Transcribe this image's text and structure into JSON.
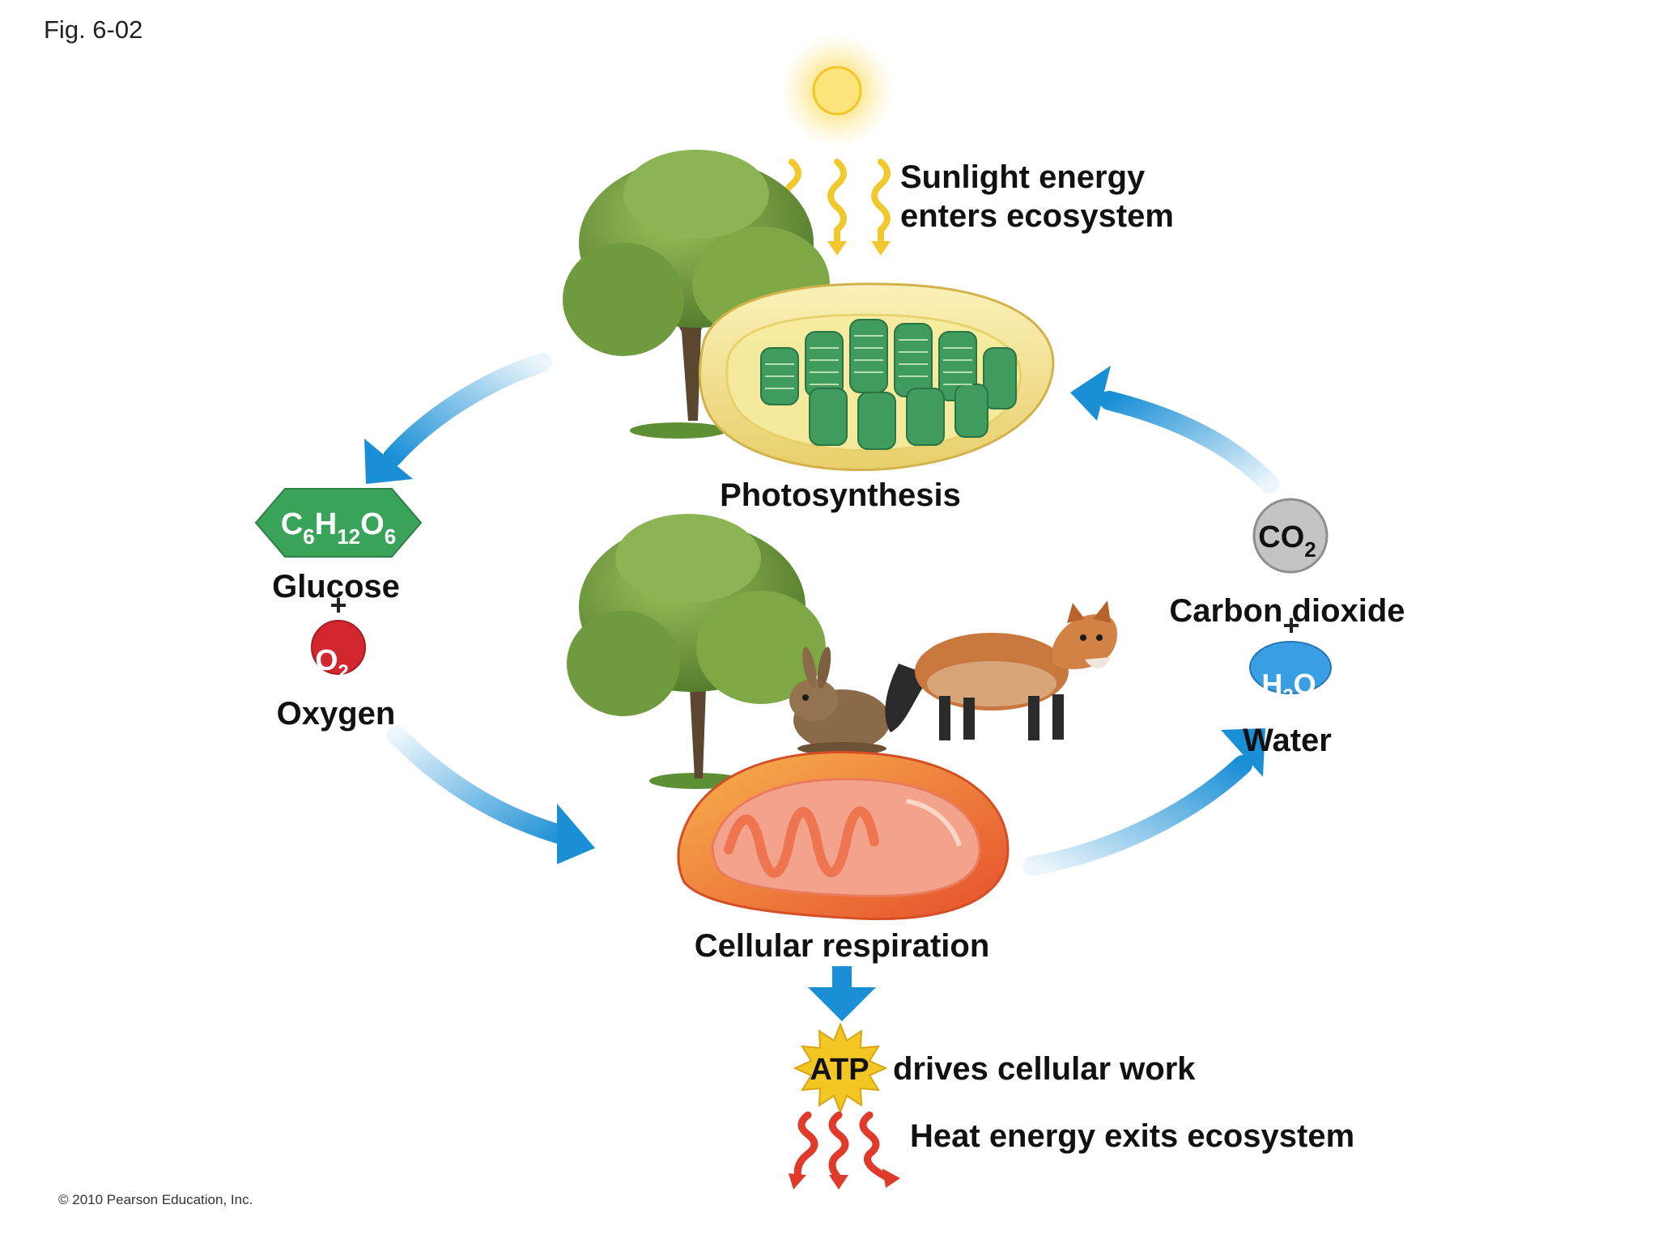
{
  "figure_label": "Fig. 6-02",
  "copyright": "© 2010 Pearson Education, Inc.",
  "sunlight": {
    "line1": "Sunlight energy",
    "line2": "enters ecosystem"
  },
  "photosynthesis": {
    "label": "Photosynthesis"
  },
  "glucose": {
    "formula": {
      "c": "C",
      "c_sub": "6",
      "h": "H",
      "h_sub": "12",
      "o": "O",
      "o_sub": "6"
    },
    "label": "Glucose"
  },
  "plus_left": "+",
  "oxygen": {
    "symbol": "O",
    "subscript": "2",
    "label": "Oxygen"
  },
  "carbon_dioxide": {
    "symbol": "CO",
    "subscript": "2",
    "label": "Carbon dioxide"
  },
  "plus_right": "+",
  "water": {
    "symbol_a": "H",
    "symbol_sub": "2",
    "symbol_b": "O",
    "label": "Water"
  },
  "respiration": {
    "label": "Cellular respiration"
  },
  "atp": {
    "symbol": "ATP",
    "caption": "drives cellular work"
  },
  "heat": {
    "label": "Heat energy exits ecosystem"
  },
  "colors": {
    "arrow_blue": "#1a8fd6",
    "glucose_green": "#3aa35a",
    "oxygen_red": "#d3272f",
    "water_blue": "#3a9ee4",
    "co2_gray": "#c4c4c4",
    "atp_yellow": "#f3c623",
    "sun_yellow": "#f7d94c",
    "heat_red": "#e03a2a",
    "chloroplast_green": "#3f9b5e",
    "mitochondrion_orange": "#ee6b3a"
  }
}
